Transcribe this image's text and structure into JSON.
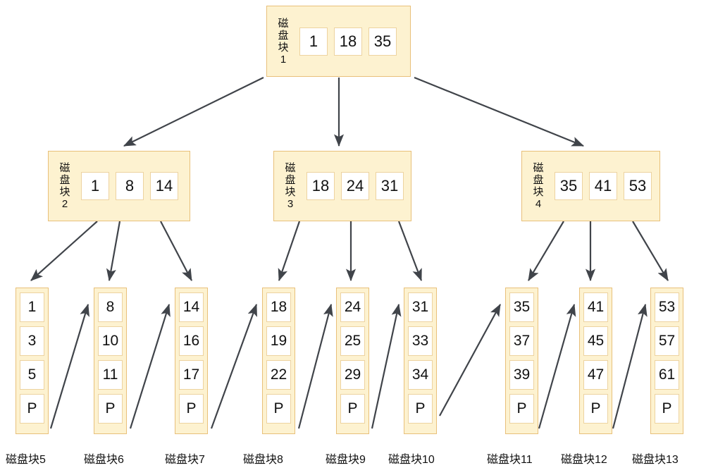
{
  "diagram": {
    "title": "B+ Tree disk block structure",
    "colors": {
      "node_fill": "#fdf2d0",
      "node_border": "#e8c07a",
      "cell_fill": "#ffffff",
      "cell_border": "#edd3a0",
      "arrow": "#40444a",
      "background": "#ffffff"
    },
    "pointer_symbol": "P"
  },
  "root": {
    "label": "磁\n盘\n块\n1",
    "block_number": 1,
    "keys": [
      "1",
      "18",
      "35"
    ]
  },
  "internal_nodes": [
    {
      "label": "磁\n盘\n块\n2",
      "block_number": 2,
      "keys": [
        "1",
        "8",
        "14"
      ]
    },
    {
      "label": "磁\n盘\n块\n3",
      "block_number": 3,
      "keys": [
        "18",
        "24",
        "31"
      ]
    },
    {
      "label": "磁\n盘\n块\n4",
      "block_number": 4,
      "keys": [
        "35",
        "41",
        "53"
      ]
    }
  ],
  "leaves": [
    {
      "caption": "磁盘块5",
      "block_number": 5,
      "cells": [
        "1",
        "3",
        "5",
        "P"
      ]
    },
    {
      "caption": "磁盘块6",
      "block_number": 6,
      "cells": [
        "8",
        "10",
        "11",
        "P"
      ]
    },
    {
      "caption": "磁盘块7",
      "block_number": 7,
      "cells": [
        "14",
        "16",
        "17",
        "P"
      ]
    },
    {
      "caption": "磁盘块8",
      "block_number": 8,
      "cells": [
        "18",
        "19",
        "22",
        "P"
      ]
    },
    {
      "caption": "磁盘块9",
      "block_number": 9,
      "cells": [
        "24",
        "25",
        "29",
        "P"
      ]
    },
    {
      "caption": "磁盘块10",
      "block_number": 10,
      "cells": [
        "31",
        "33",
        "34",
        "P"
      ]
    },
    {
      "caption": "磁盘块11",
      "block_number": 11,
      "cells": [
        "35",
        "37",
        "39",
        "P"
      ]
    },
    {
      "caption": "磁盘块12",
      "block_number": 12,
      "cells": [
        "41",
        "45",
        "47",
        "P"
      ]
    },
    {
      "caption": "磁盘块13",
      "block_number": 13,
      "cells": [
        "53",
        "57",
        "61",
        "P"
      ]
    }
  ],
  "edges": {
    "root_to_internal": [
      {
        "from_block": 1,
        "to_block": 2
      },
      {
        "from_block": 1,
        "to_block": 3
      },
      {
        "from_block": 1,
        "to_block": 4
      }
    ],
    "internal_to_leaf": [
      {
        "from_block": 2,
        "to_block": 5
      },
      {
        "from_block": 2,
        "to_block": 6
      },
      {
        "from_block": 2,
        "to_block": 7
      },
      {
        "from_block": 3,
        "to_block": 8
      },
      {
        "from_block": 3,
        "to_block": 9
      },
      {
        "from_block": 3,
        "to_block": 10
      },
      {
        "from_block": 4,
        "to_block": 11
      },
      {
        "from_block": 4,
        "to_block": 12
      },
      {
        "from_block": 4,
        "to_block": 13
      }
    ],
    "leaf_chain": [
      {
        "from_block": 5,
        "to_block": 6
      },
      {
        "from_block": 6,
        "to_block": 7
      },
      {
        "from_block": 7,
        "to_block": 8
      },
      {
        "from_block": 8,
        "to_block": 9
      },
      {
        "from_block": 9,
        "to_block": 10
      },
      {
        "from_block": 10,
        "to_block": 11
      },
      {
        "from_block": 11,
        "to_block": 12
      },
      {
        "from_block": 12,
        "to_block": 13
      }
    ]
  }
}
